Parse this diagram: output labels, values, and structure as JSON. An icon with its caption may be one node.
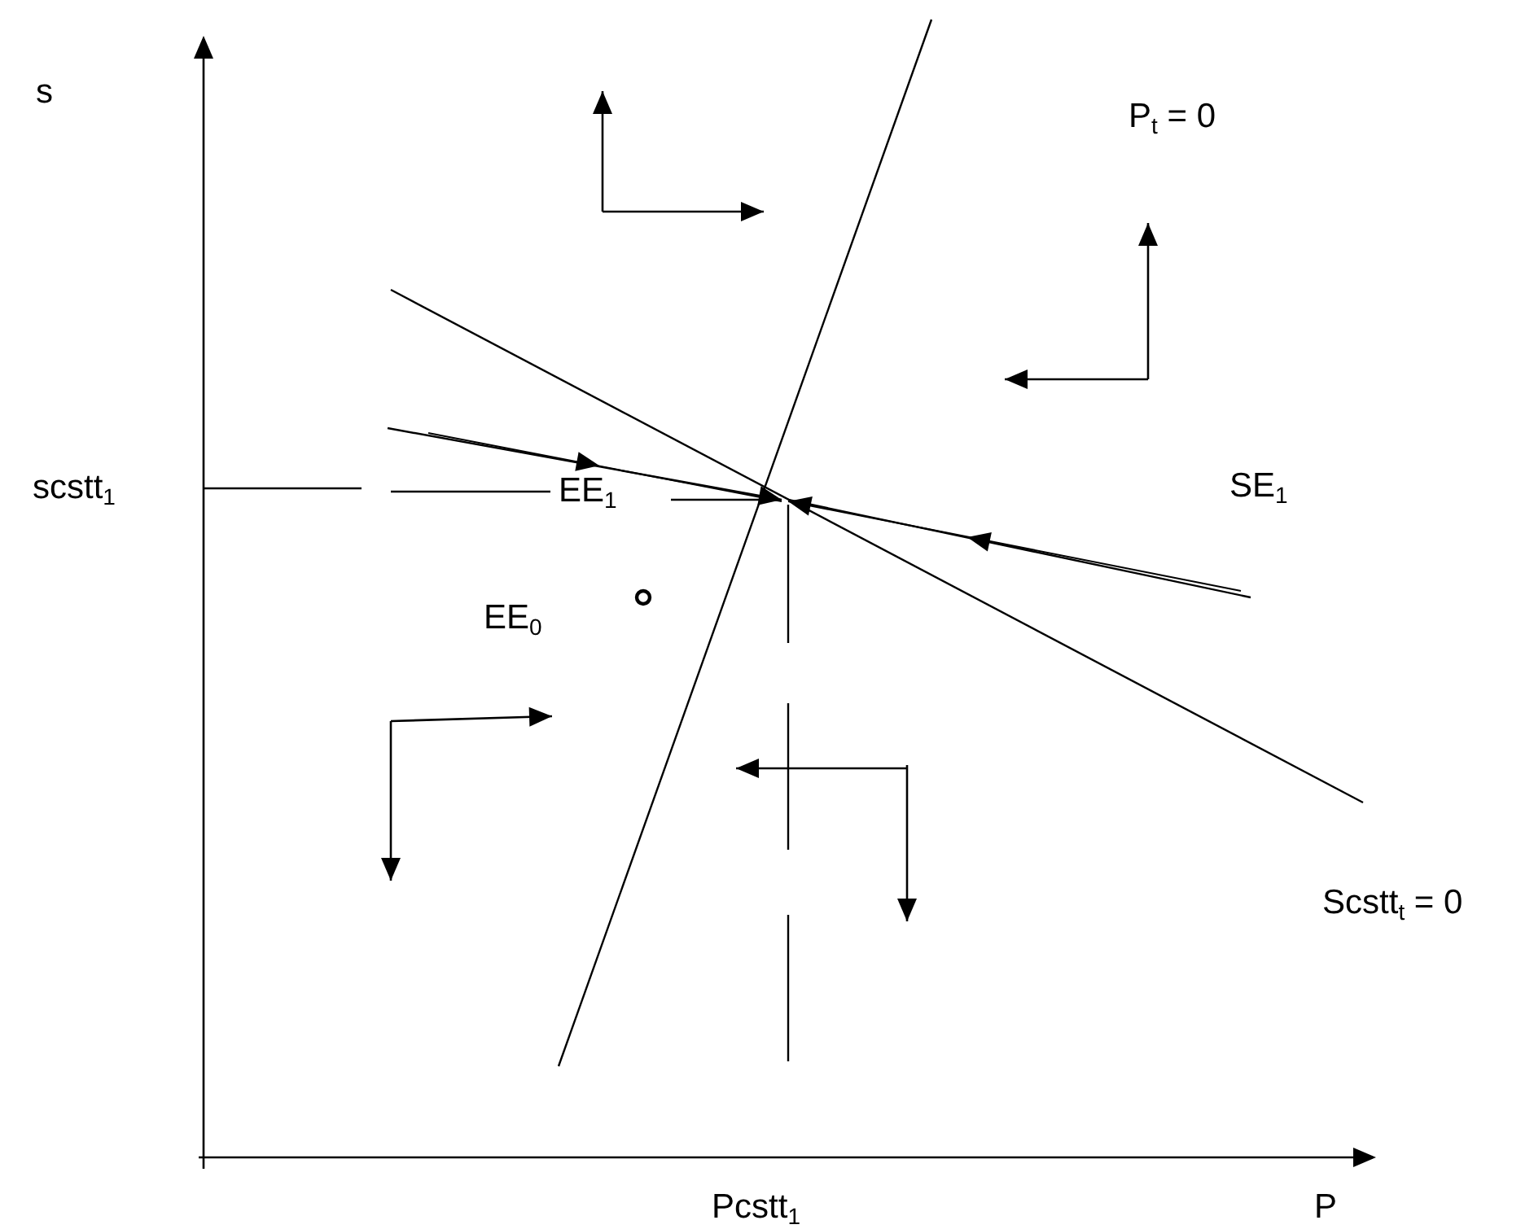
{
  "diagram": {
    "labels": [
      "s",
      "P$_{t}$ = 0",
      "scstt$_{1}$",
      "EE$_{1}$",
      "SE$_{1}$",
      "EE$_{0}$",
      "Scstt$_{t}$ = 0",
      "Pcstt$_{1}$",
      "P"
    ]
  }
}
